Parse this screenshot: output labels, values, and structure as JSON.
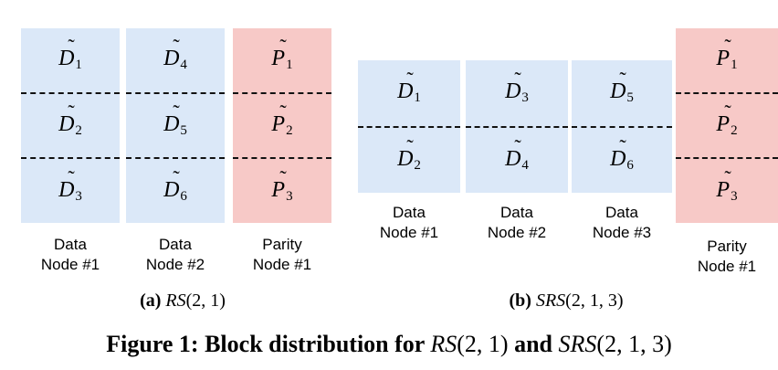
{
  "panel_a": {
    "nodes": [
      {
        "kind": "data",
        "blocks": [
          {
            "letter": "D",
            "sub": "1"
          },
          {
            "letter": "D",
            "sub": "2"
          },
          {
            "letter": "D",
            "sub": "3"
          }
        ],
        "label": [
          "Data",
          "Node #1"
        ]
      },
      {
        "kind": "data",
        "blocks": [
          {
            "letter": "D",
            "sub": "4"
          },
          {
            "letter": "D",
            "sub": "5"
          },
          {
            "letter": "D",
            "sub": "6"
          }
        ],
        "label": [
          "Data",
          "Node #2"
        ]
      },
      {
        "kind": "parity",
        "blocks": [
          {
            "letter": "P",
            "sub": "1"
          },
          {
            "letter": "P",
            "sub": "2"
          },
          {
            "letter": "P",
            "sub": "3"
          }
        ],
        "label": [
          "Parity",
          "Node #1"
        ]
      }
    ],
    "caption": {
      "tag": "(a)",
      "code": "RS",
      "args": "(2, 1)"
    }
  },
  "panel_b": {
    "nodes": [
      {
        "kind": "data",
        "blocks": [
          {
            "letter": "D",
            "sub": "1"
          },
          {
            "letter": "D",
            "sub": "2"
          }
        ],
        "label": [
          "Data",
          "Node #1"
        ]
      },
      {
        "kind": "data",
        "blocks": [
          {
            "letter": "D",
            "sub": "3"
          },
          {
            "letter": "D",
            "sub": "4"
          }
        ],
        "label": [
          "Data",
          "Node #2"
        ]
      },
      {
        "kind": "data",
        "blocks": [
          {
            "letter": "D",
            "sub": "5"
          },
          {
            "letter": "D",
            "sub": "6"
          }
        ],
        "label": [
          "Data",
          "Node #3"
        ]
      },
      {
        "kind": "parity",
        "blocks": [
          {
            "letter": "P",
            "sub": "1"
          },
          {
            "letter": "P",
            "sub": "2"
          },
          {
            "letter": "P",
            "sub": "3"
          }
        ],
        "label": [
          "Parity",
          "Node #1"
        ]
      }
    ],
    "caption": {
      "tag": "(b)",
      "code": "SRS",
      "args": "(2, 1, 3)"
    }
  },
  "figure_caption": {
    "prefix": "Figure 1: Block distribution for ",
    "code1": "RS",
    "args1": "(2, 1)",
    "mid": " and ",
    "code2": "SRS",
    "args2": "(2, 1, 3)"
  },
  "colors": {
    "data": "#dbe8f8",
    "parity": "#f7c9c7"
  }
}
